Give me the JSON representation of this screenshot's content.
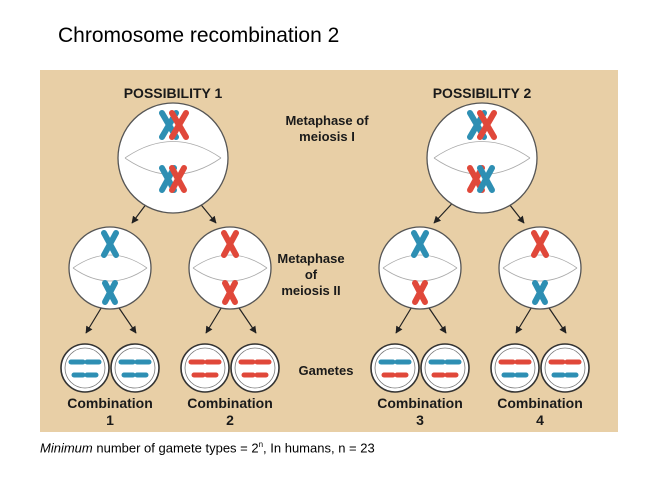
{
  "slide": {
    "title": "Chromosome recombination 2"
  },
  "diagram": {
    "possibility_1": "POSSIBILITY 1",
    "possibility_2": "POSSIBILITY 2",
    "stage_meiosis_1": [
      "Metaphase of",
      "meiosis I"
    ],
    "stage_meiosis_2": [
      "Metaphase",
      "of",
      "meiosis II"
    ],
    "stage_gametes": "Gametes",
    "combinations": [
      {
        "label": "Combination",
        "number": "1"
      },
      {
        "label": "Combination",
        "number": "2"
      },
      {
        "label": "Combination",
        "number": "3"
      },
      {
        "label": "Combination",
        "number": "4"
      }
    ],
    "colors": {
      "background": "#e8cfa6",
      "maternal_red": "#e0483a",
      "paternal_blue": "#2e8fb3",
      "cell_fill": "#ffffff",
      "cell_outline": "#555555",
      "arrow": "#222222"
    }
  },
  "caption": {
    "italic_part": "Minimum",
    "text_part": "number of gamete types = 2",
    "superscript": "n",
    "tail": ", In humans, n = 23"
  }
}
